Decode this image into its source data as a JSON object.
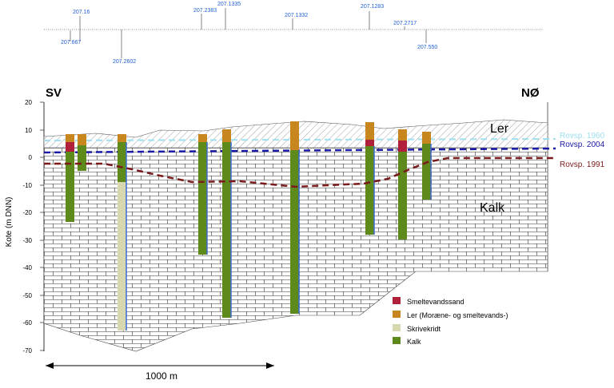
{
  "section": {
    "direction_left": "SV",
    "direction_right": "NØ",
    "y_axis_label": "Kote (m DNN)",
    "y_ticks": [
      "20",
      "10",
      "0",
      "-10",
      "-20",
      "-30",
      "-40",
      "-50",
      "-60",
      "-70"
    ],
    "scale_bar_label": "1000 m"
  },
  "boreholes": [
    {
      "id": "207.16"
    },
    {
      "id": "207.667"
    },
    {
      "id": "207.2602"
    },
    {
      "id": "207.2383"
    },
    {
      "id": "207.1335"
    },
    {
      "id": "207.1332"
    },
    {
      "id": "207.1283"
    },
    {
      "id": "207.2717"
    },
    {
      "id": "207.550"
    }
  ],
  "units": {
    "ler": "Ler",
    "kalk": "Kalk"
  },
  "water_levels": [
    {
      "label": "Rovsp. 1960",
      "color": "#9fe0f0"
    },
    {
      "label": "Rovsp. 2004",
      "color": "#1a1aa8"
    },
    {
      "label": "Rovsp. 1991",
      "color": "#7a1a1a"
    }
  ],
  "legend": [
    {
      "label": "Smeltevandssand",
      "color": "#b0203a"
    },
    {
      "label": "Ler (Moræne- og smeltevands-)",
      "color": "#c8861e"
    },
    {
      "label": "Skrivekridt",
      "color": "#d8d8b0"
    },
    {
      "label": "Kalk",
      "color": "#5e8a1c"
    }
  ],
  "colors": {
    "kalk": "#5e8a1c",
    "ler": "#c8861e",
    "smeltevandssand": "#b0203a",
    "skrivekridt": "#d8d8b0",
    "borehole_id": "#1f5fd6"
  }
}
